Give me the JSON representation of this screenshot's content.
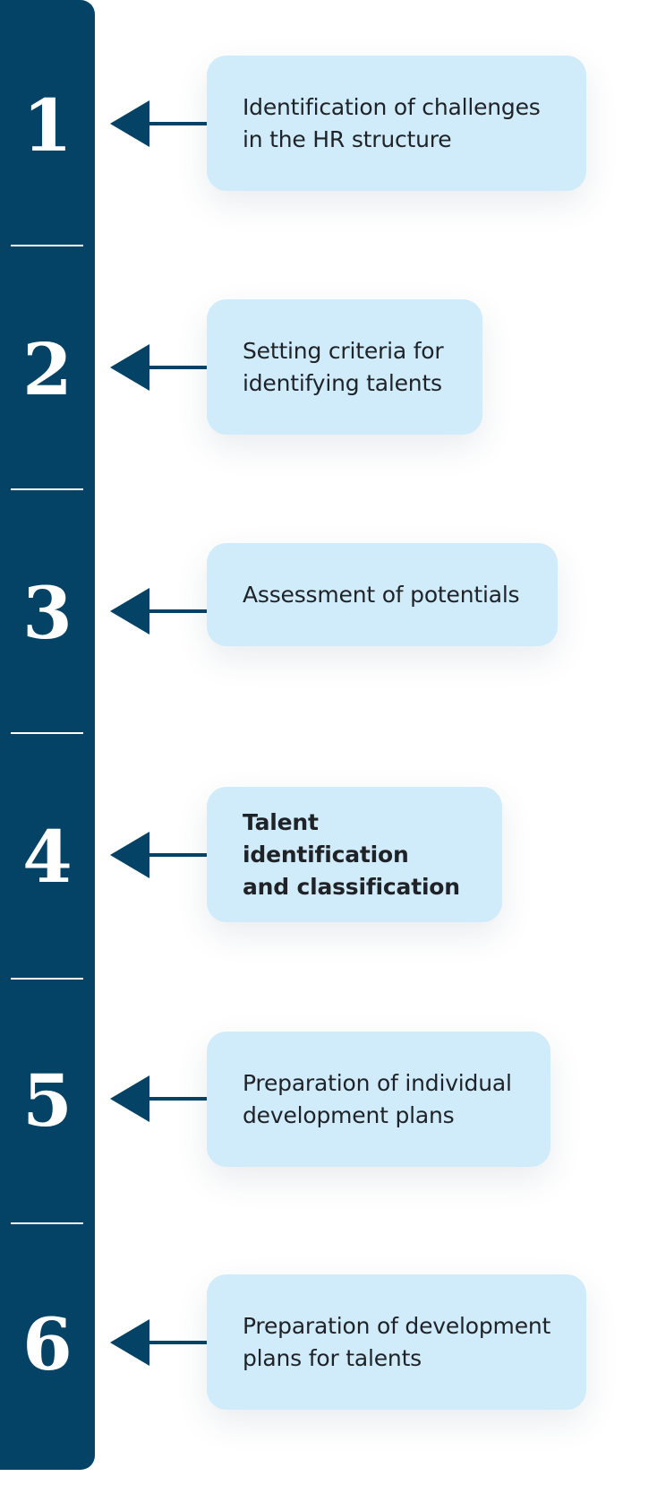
{
  "steps": [
    {
      "number": "1",
      "text": " Identification of challenges\nin the HR structure"
    },
    {
      "number": "2",
      "text": "Setting criteria for\nidentifying talents"
    },
    {
      "number": "3",
      "text": "Assessment of potentials"
    },
    {
      "number": "4",
      "text": "Talent identification\nand classification"
    },
    {
      "number": "5",
      "text": "Preparation of individual\ndevelopment plans"
    },
    {
      "number": "6",
      "text": "Preparation of development\nplans for talents"
    }
  ],
  "colors": {
    "bar": "#044366",
    "card": "#d0ebfa",
    "text": "#1f2327",
    "number": "#ffffff"
  }
}
